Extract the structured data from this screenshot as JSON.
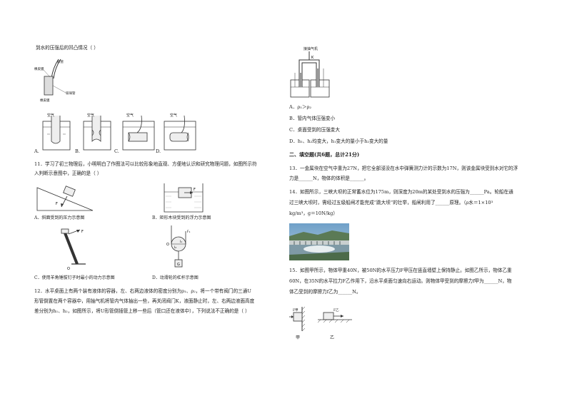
{
  "left": {
    "q10_tail": "到水的压强后的凹凸情况（    ）",
    "q10_fig_labels": {
      "tube": "胶管",
      "film": "橡皮膜",
      "glass": "玻璃管"
    },
    "q10_air": "空气",
    "q10_options": [
      "A.",
      "B.",
      "C.",
      "D."
    ],
    "q11_line1": "11．学习了初三物理后，小明明白了作图法可以比较形象地直观、方便地认识和研究物理问题，如图所示符",
    "q11_line2": "入判断示意图中，正确的是（    ）",
    "q11_captions": {
      "a": "A．斜面受到的压力示意图",
      "b": "B．矩形木块受到的浮力示意图",
      "c": "C．使用羊角锤拔钉子时最小的动力示意图",
      "d": "D．动滑轮的杠杆示意图"
    },
    "q11_fig_letters": {
      "f": "F",
      "o": "O",
      "f1": "F₁",
      "f2": "F₂",
      "l1": "l₁",
      "l2": "l₂",
      "g": "G"
    },
    "q12_line1": "12．水平桌面上有两个装有液体的容器，左、右两边液体的密度分别为ρ₁、ρ₂，将一个带有阀门的三通U",
    "q12_line2": "形管倒置在两个容器中，用抽气机将管内气体抽出一些，再关闭阀门K，液面静止时，左、右两边液面高度",
    "q12_line3": "差分别为h₁、h₂，如图所示，将U形管倒插管上移一些后（管口还在液体中），下列说法不正确的是（    ）"
  },
  "right": {
    "pump_label": "接抽气机",
    "valve_label": "K",
    "q12_options": [
      "A．ρ₁＞ρ₂",
      "B．管内气体压强变小",
      "C．桌面受到的压强变大",
      "D．h₁、h₂均变大，h₁变大的量小于h₂变大的量"
    ],
    "section_title": "二、填空题(共6题，总计21分)",
    "q13_line1": "13．一金属块在空气中重为27N，把它全部浸没在水中弹簧测力计的示数为17N，则该金属块受到水对它的浮",
    "q13_line2": "力是______N，物体的体积是______。",
    "q14_line1": "14．如图所示，三峡大坝的正常蓄水位为175m，则深度为20m的某处受到水的压强为______Pa。轮船在通",
    "q14_line2": "过三峡大坝时，需经过五级船闸才能完成“跳大坝”的壮举，船闸利用了______原理。（ρ水＝1×10³",
    "q14_line3": "kg/m³，g＝10N/kg）",
    "q15_line1": "15．如图甲所示，物体甲重40N，被50N的水平压力F甲压在竖直墙壁上保持静止。如图乙所示，物体乙重",
    "q15_line2": "60N，在35N的水平拉力F乙作用下，沿水平桌面匀速向右运动。则物体甲受到的摩擦力f甲为______N，物",
    "q15_line3": "体乙受到的摩擦力f乙为______N。",
    "fig_jia": "甲",
    "fig_yi": "乙",
    "force_jia": "F甲",
    "force_yi": "F乙"
  }
}
